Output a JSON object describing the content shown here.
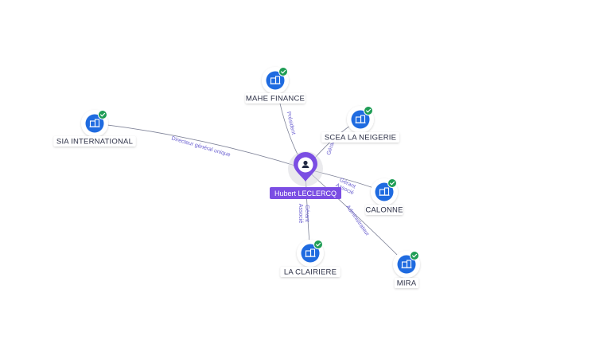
{
  "center": {
    "name": "Hubert LECLERCQ",
    "icon": "person-icon",
    "color": "#7b4ee3"
  },
  "colors": {
    "company_icon": "#1f6be0",
    "verified_badge": "#1f9d55",
    "edge": "#7f8398",
    "edge_label": "#6a5fd0"
  },
  "companies": [
    {
      "id": "mahe-finance",
      "name": "MAHE FINANCE",
      "icon": "building-icon",
      "verified": true,
      "roles": [
        "Président"
      ]
    },
    {
      "id": "sia-international",
      "name": "SIA INTERNATIONAL",
      "icon": "building-icon",
      "verified": true,
      "roles": [
        "Directeur général unique"
      ]
    },
    {
      "id": "scea-la-neigerie",
      "name": "SCEA LA NEIGERIE",
      "icon": "building-icon",
      "verified": true,
      "roles": [
        "Gérant"
      ]
    },
    {
      "id": "calonne",
      "name": "CALONNE",
      "icon": "building-icon",
      "verified": true,
      "roles": [
        "Gérant",
        "Associé"
      ]
    },
    {
      "id": "mira",
      "name": "MIRA",
      "icon": "building-icon",
      "verified": true,
      "roles": [
        "Administrateur"
      ]
    },
    {
      "id": "la-clairiere",
      "name": "LA CLAIRIERE",
      "icon": "building-icon",
      "verified": true,
      "roles": [
        "Gérant",
        "Associé"
      ]
    }
  ]
}
